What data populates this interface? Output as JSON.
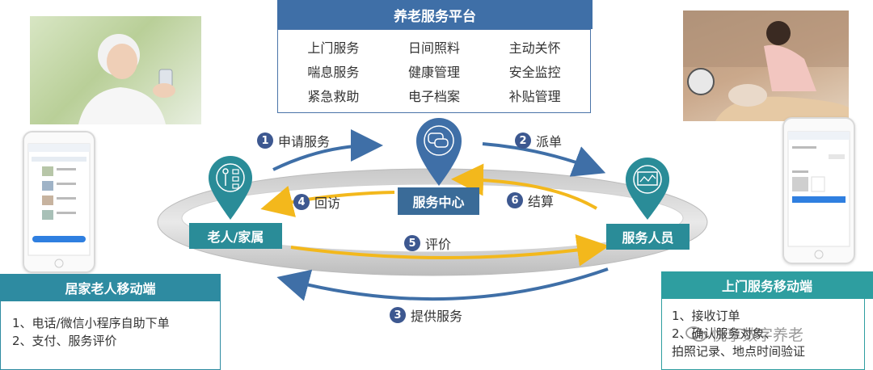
{
  "platform": {
    "title": "养老服务平台",
    "services": [
      "上门服务",
      "日间照料",
      "主动关怀",
      "喘息服务",
      "健康管理",
      "安全监控",
      "紧急救助",
      "电子档案",
      "补贴管理"
    ]
  },
  "nodes": {
    "elderly": "老人/家属",
    "center": "服务中心",
    "staff": "服务人员"
  },
  "steps": [
    {
      "num": "1",
      "label": "申请服务"
    },
    {
      "num": "2",
      "label": "派单"
    },
    {
      "num": "3",
      "label": "提供服务"
    },
    {
      "num": "4",
      "label": "回访"
    },
    {
      "num": "5",
      "label": "评价"
    },
    {
      "num": "6",
      "label": "结算"
    }
  ],
  "left_panel": {
    "title": "居家老人移动端",
    "items": [
      "1、电话/微信小程序自助下单",
      "2、支付、服务评价"
    ]
  },
  "right_panel": {
    "title": "上门服务移动端",
    "items": [
      "1、接收订单",
      "2、确认服务对象、",
      "拍照记录、地点时间验证"
    ]
  },
  "watermark": "悦享数字养老",
  "colors": {
    "platform_blue": "#3f6fa7",
    "teal": "#2a8c98",
    "arrow_blue": "#3f6fa7",
    "arrow_yellow": "#f3b81c",
    "step_badge": "#3d5890"
  }
}
